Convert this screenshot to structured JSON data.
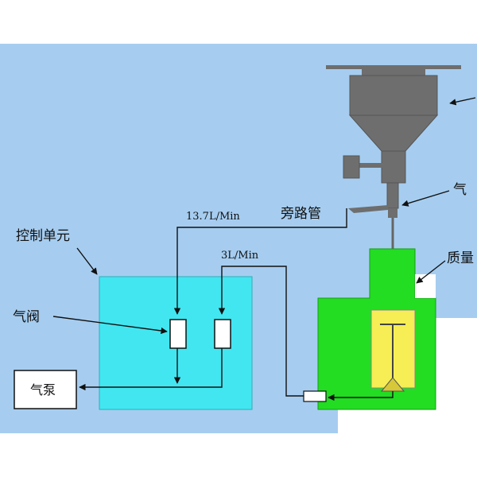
{
  "labels": {
    "control_unit": "控制单元",
    "gas_valve": "气阀",
    "gas_pump": "气泵",
    "bypass_pipe": "旁路管",
    "flow_high": "13.7L/Min",
    "flow_low": "3L/Min",
    "gas_cut": "气",
    "mass_cut": "质量"
  },
  "colors": {
    "background": "#a6cdf0",
    "control_box": "#42e6f0",
    "green_chamber": "#22dd22",
    "white_block": "#ffffff",
    "funnel_gray": "#6e6e6e",
    "line": "#111111",
    "yellow_cup": "#f6ee54"
  },
  "icons": {
    "valve_left": "valve-rect",
    "valve_right": "valve-rect",
    "funnel": "hopper-funnel",
    "agitator": "stirrer-paddle"
  }
}
